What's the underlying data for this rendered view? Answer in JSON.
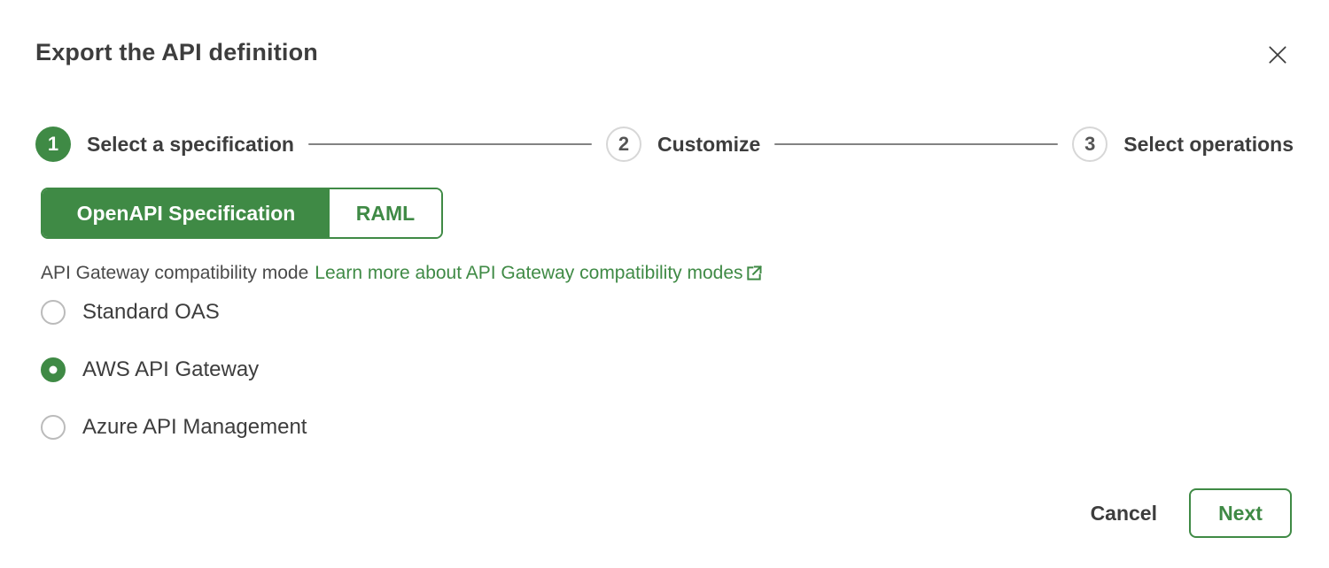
{
  "dialog": {
    "title": "Export the API definition"
  },
  "icons": {
    "close": "close-icon",
    "external_link": "external-link-icon"
  },
  "stepper": {
    "steps": [
      {
        "number": "1",
        "label": "Select a specification",
        "state": "active"
      },
      {
        "number": "2",
        "label": "Customize",
        "state": "upcoming"
      },
      {
        "number": "3",
        "label": "Select operations",
        "state": "upcoming"
      }
    ]
  },
  "spec_toggle": {
    "options": [
      {
        "label": "OpenAPI Specification",
        "selected": true
      },
      {
        "label": "RAML",
        "selected": false
      }
    ]
  },
  "compatibility": {
    "label": "API Gateway compatibility mode",
    "link_text": "Learn more about API Gateway compatibility modes"
  },
  "gateway_options": {
    "items": [
      {
        "label": "Standard OAS",
        "selected": false
      },
      {
        "label": "AWS API Gateway",
        "selected": true
      },
      {
        "label": "Azure API Management",
        "selected": false
      }
    ]
  },
  "footer": {
    "cancel_label": "Cancel",
    "next_label": "Next"
  },
  "colors": {
    "accent_green": "#3f8a45",
    "text_dark": "#3d3d3d",
    "circle_border": "#d7d7d7",
    "connector_gray": "#828282"
  }
}
